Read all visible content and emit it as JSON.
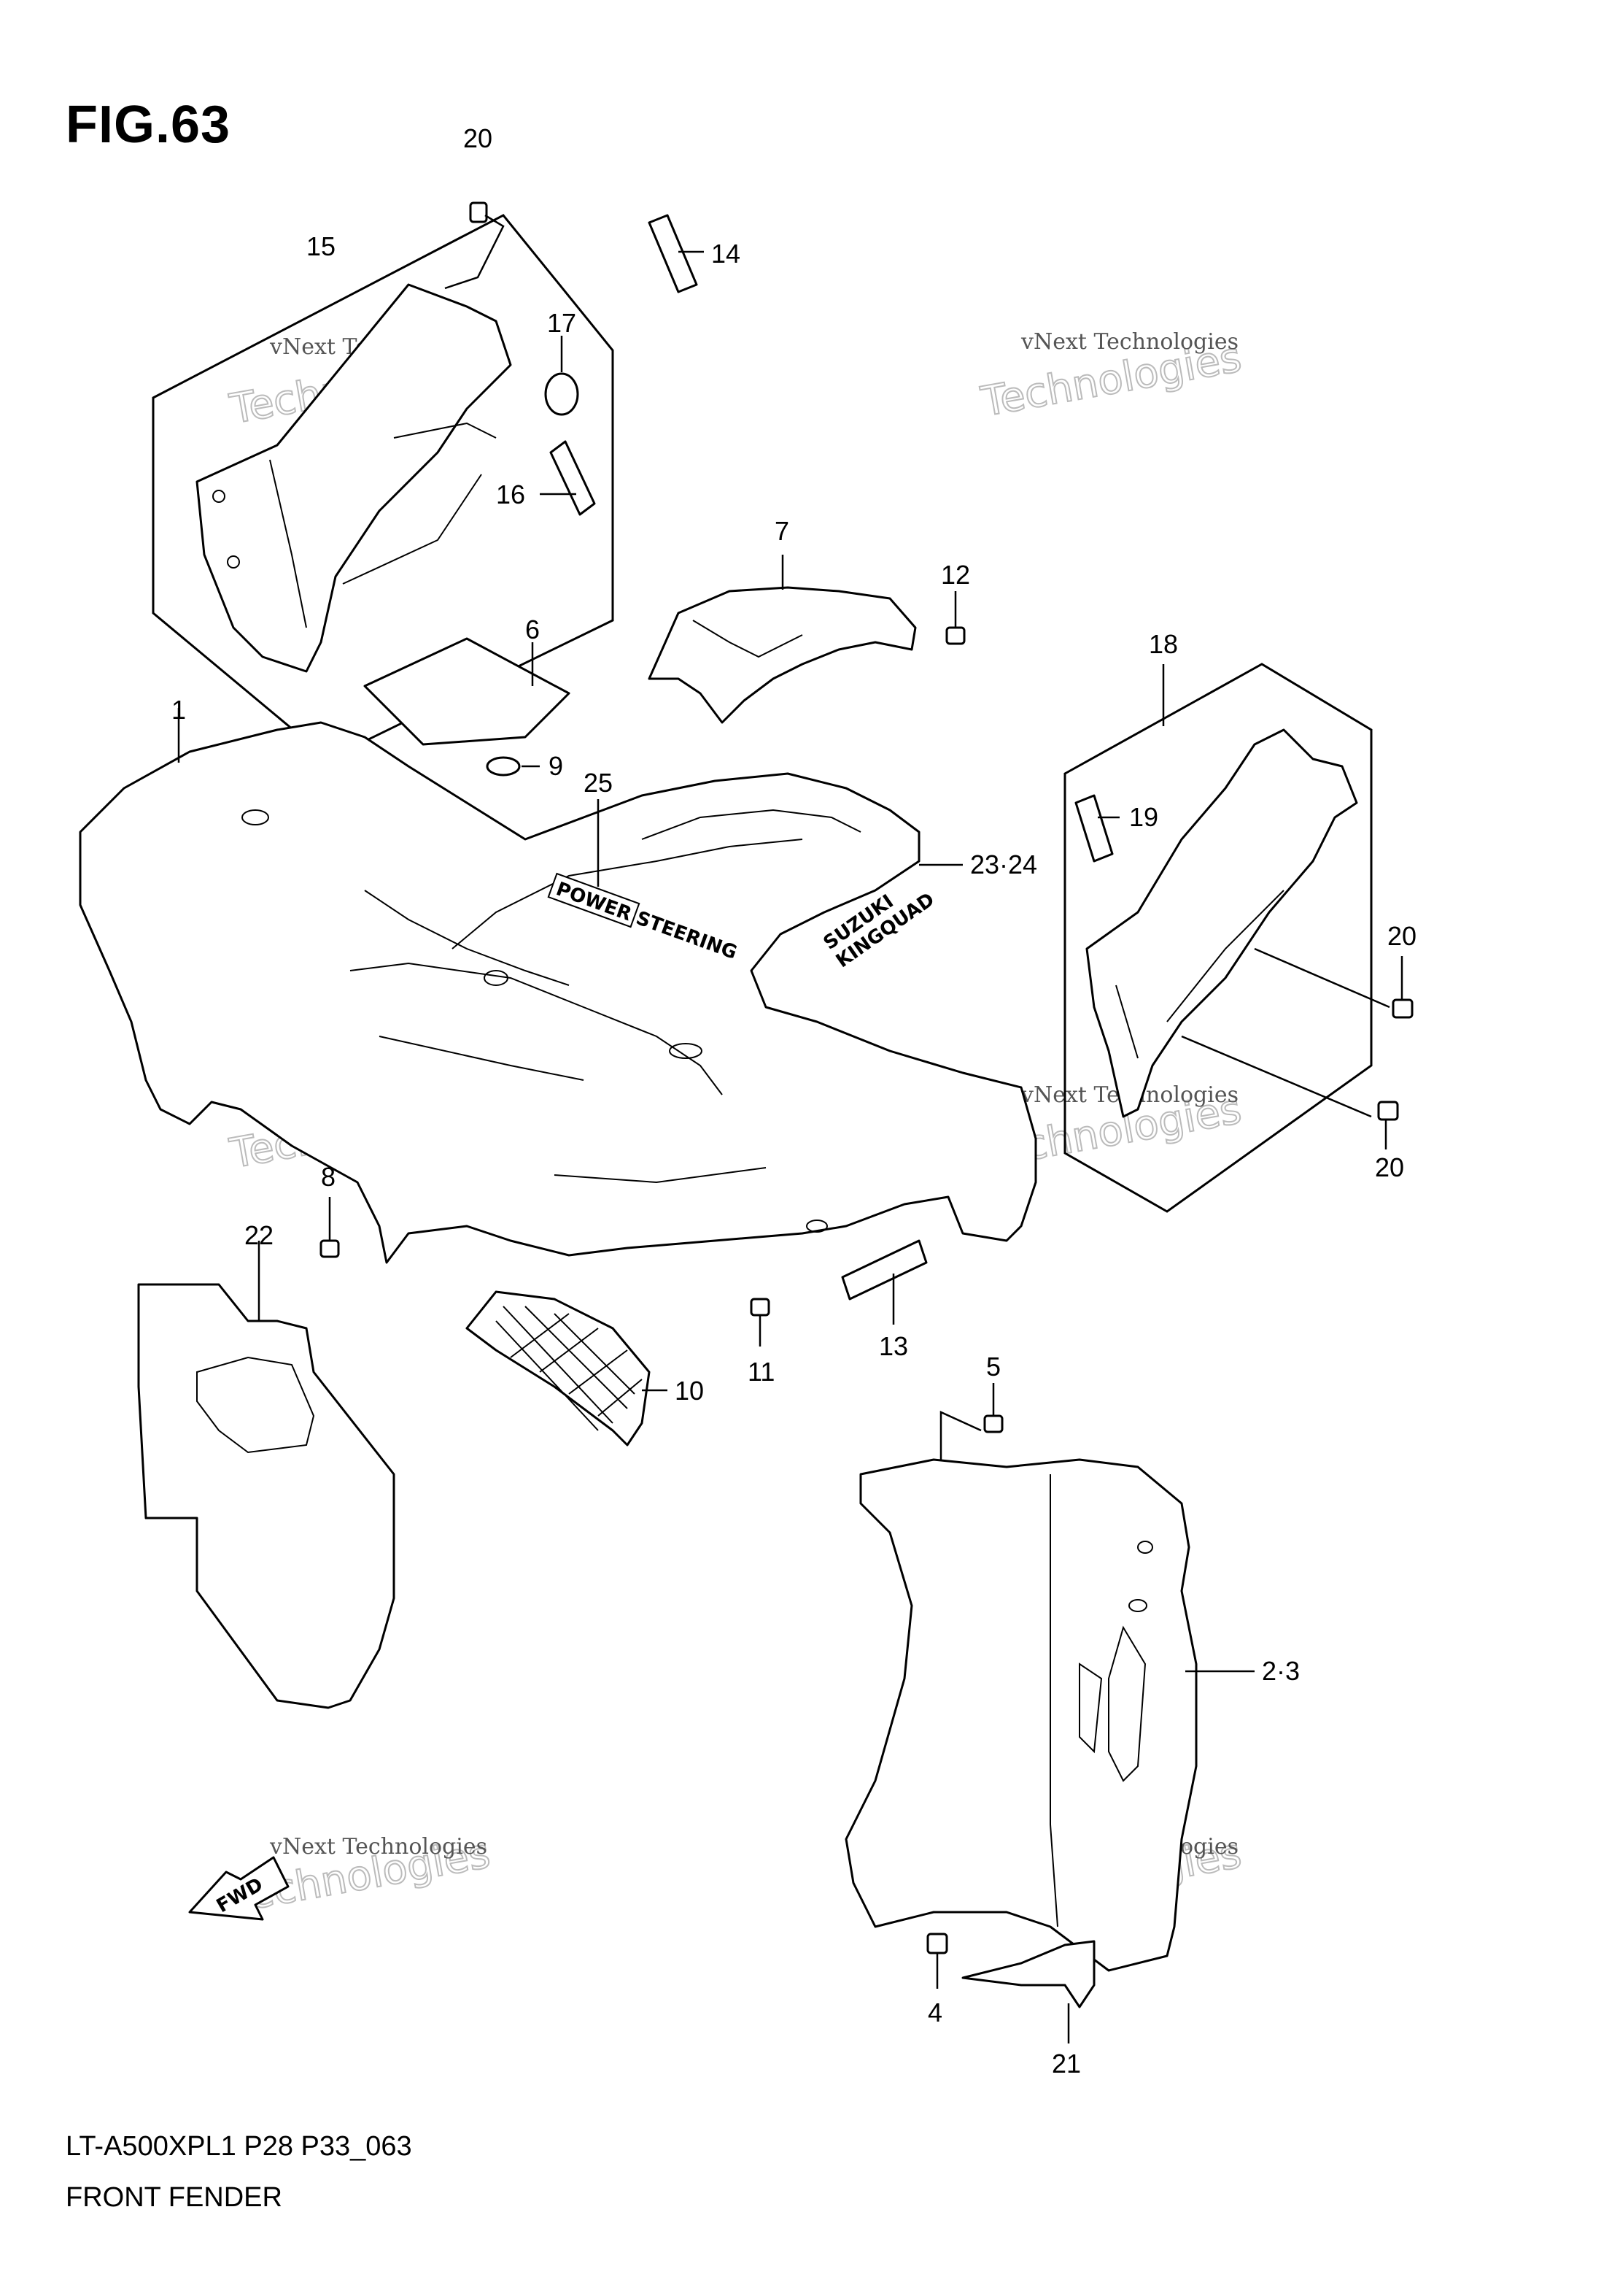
{
  "figure": {
    "title": "FIG.63",
    "code": "LT-A500XPL1 P28 P33_063",
    "name": "FRONT FENDER"
  },
  "watermark": {
    "line1": "vNext Technologies",
    "line2": "Technologies",
    "line3": "vNext"
  },
  "arrow": {
    "label": "FWD"
  },
  "decals": {
    "brand": "KINGQUAD",
    "maker": "SUZUKI",
    "steer": "POWER STEERING"
  },
  "callouts": {
    "c1": "1",
    "c2_3": "2·3",
    "c4": "4",
    "c5": "5",
    "c6": "6",
    "c7": "7",
    "c8": "8",
    "c9": "9",
    "c10": "10",
    "c11": "11",
    "c12": "12",
    "c13": "13",
    "c14": "14",
    "c15": "15",
    "c16": "16",
    "c17": "17",
    "c18": "18",
    "c19": "19",
    "c20a": "20",
    "c20b": "20",
    "c20c": "20",
    "c21": "21",
    "c22": "22",
    "c23_24": "23·24",
    "c25": "25"
  }
}
